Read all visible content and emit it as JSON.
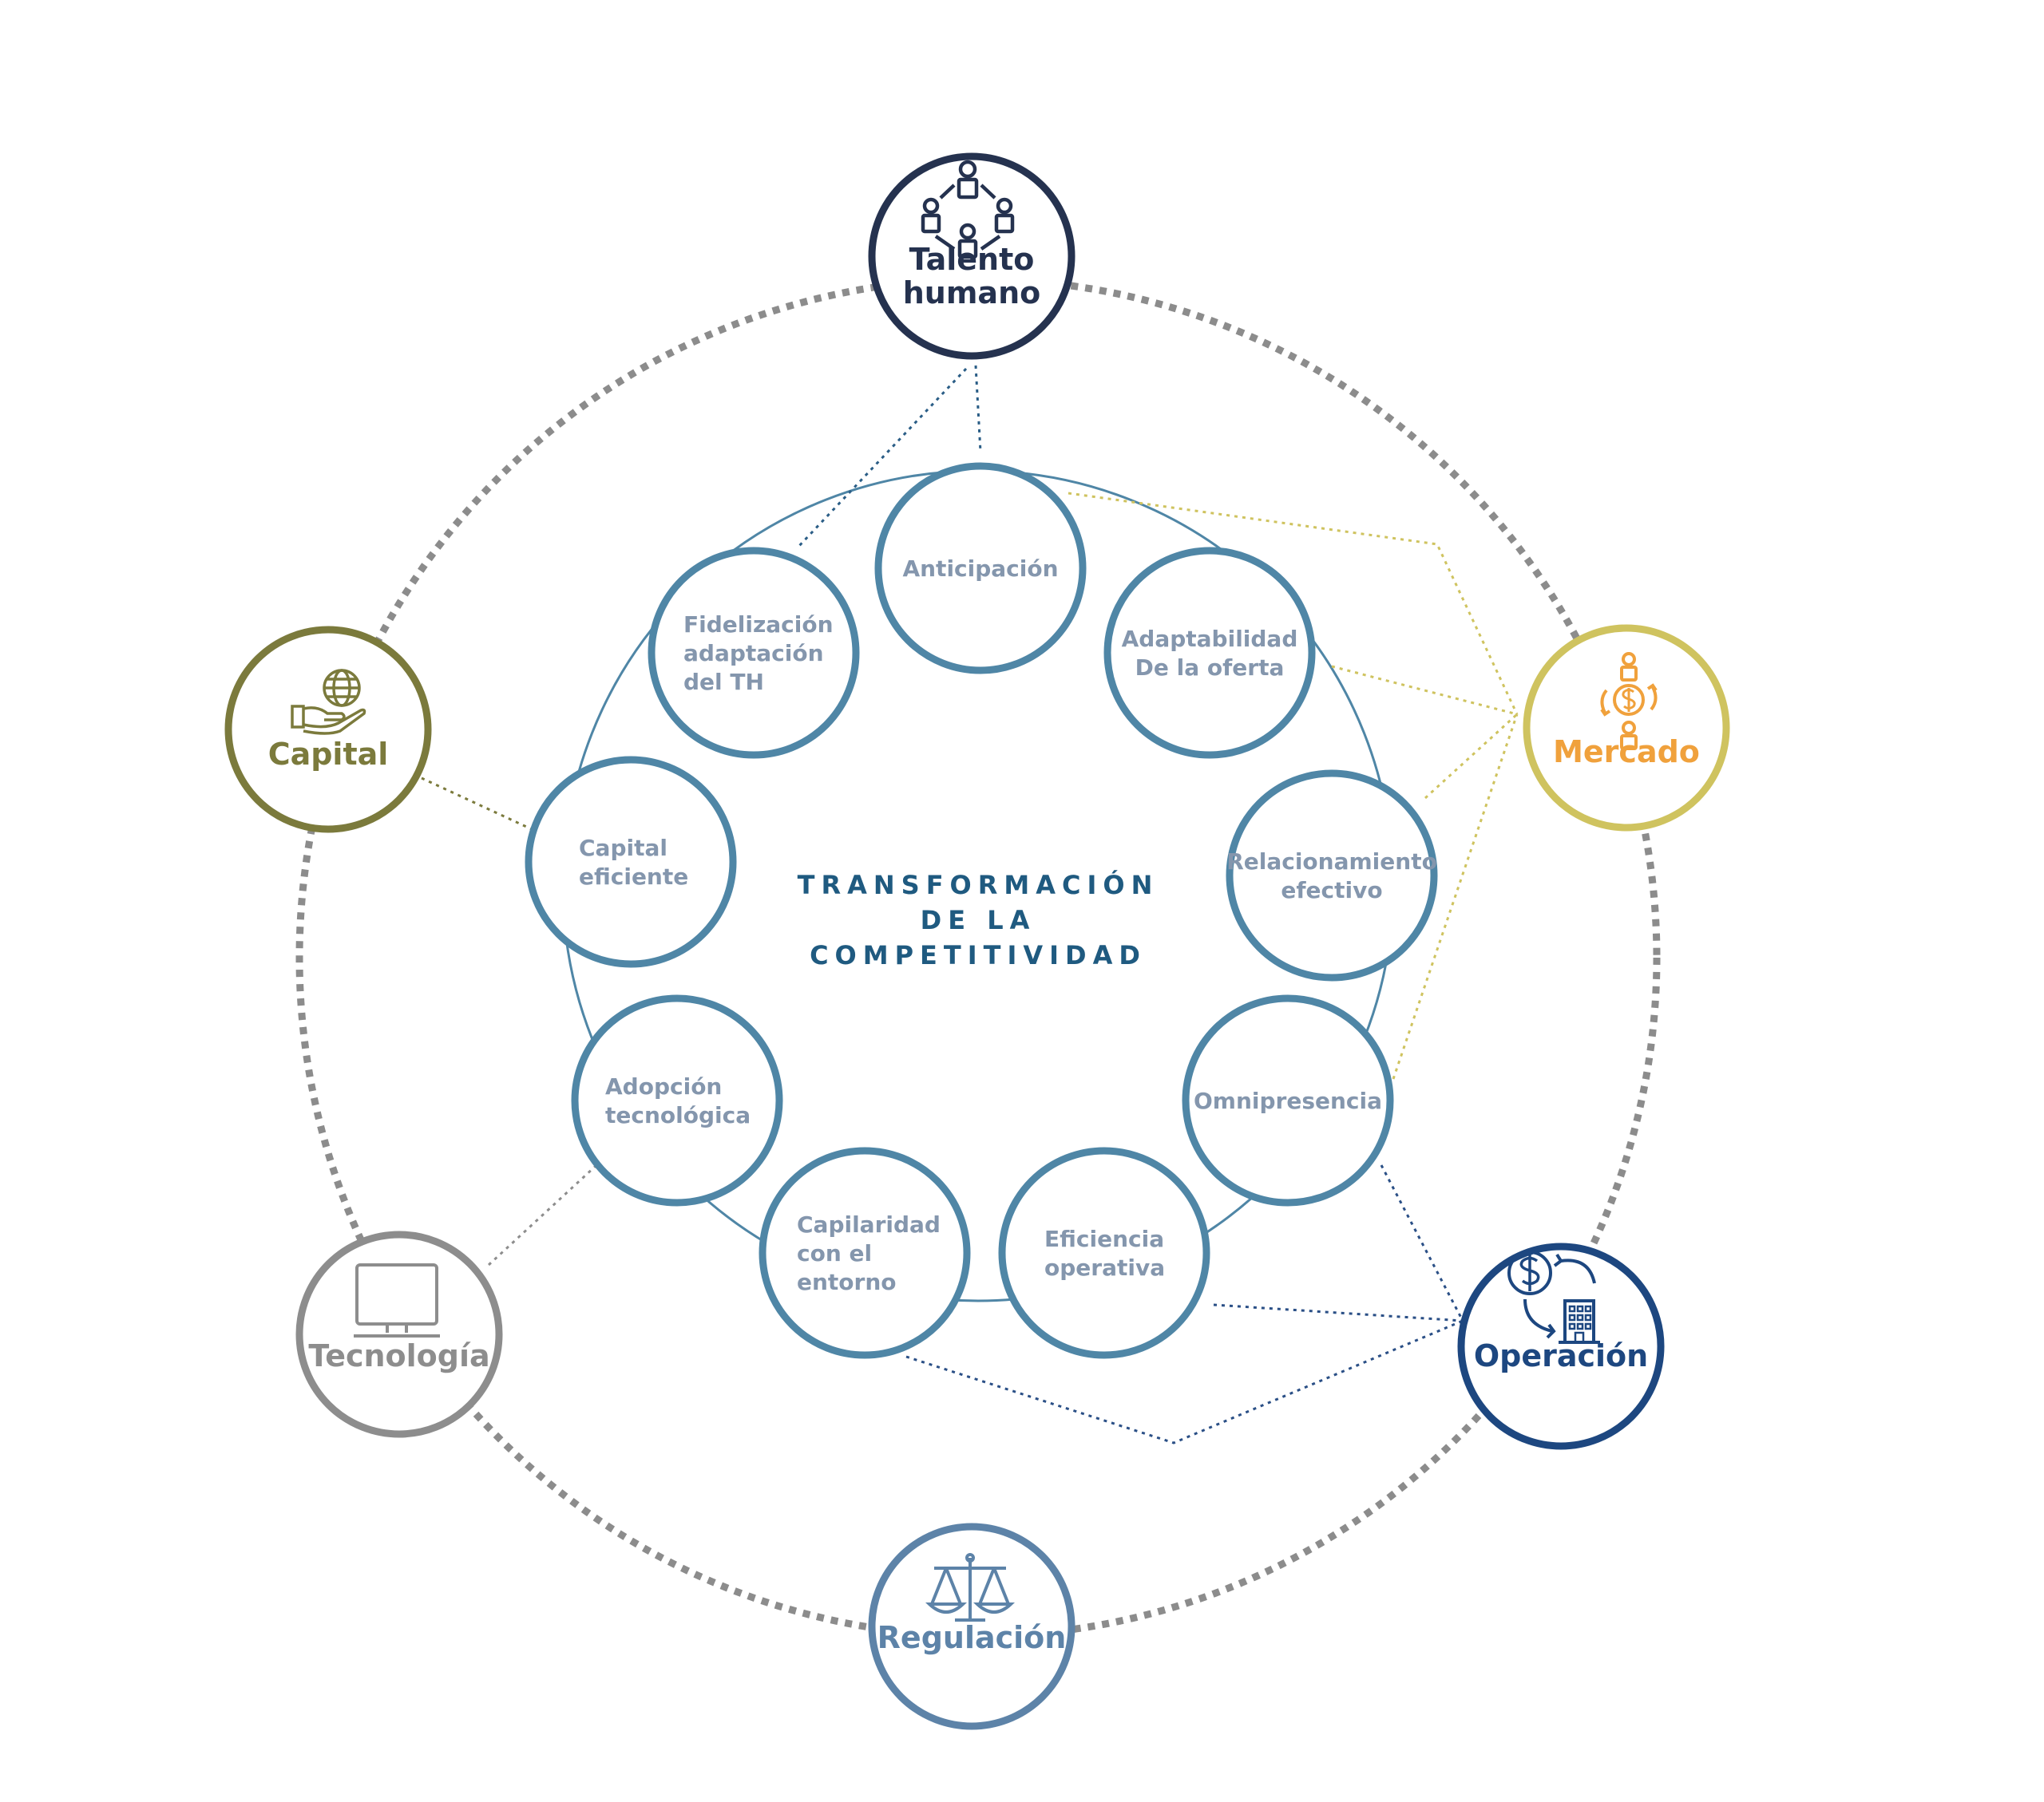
{
  "diagram": {
    "center_title_lines": [
      "TRANSFORMACIÓN",
      "DE LA",
      "COMPETITIVIDAD"
    ],
    "outer_nodes": [
      {
        "id": "talento",
        "lines": [
          "Talento",
          "humano"
        ],
        "color": "#25324f",
        "icon": "people-network-icon"
      },
      {
        "id": "mercado",
        "lines": [
          "Mercado"
        ],
        "color": "#f0a13c",
        "ring_color": "#cfc35f",
        "icon": "market-exchange-icon"
      },
      {
        "id": "operacion",
        "lines": [
          "Operación"
        ],
        "color": "#1d4780",
        "icon": "money-building-icon"
      },
      {
        "id": "regulacion",
        "lines": [
          "Regulación"
        ],
        "color": "#5d83a8",
        "icon": "scales-icon"
      },
      {
        "id": "tecnologia",
        "lines": [
          "Tecnología"
        ],
        "color": "#8d8d8d",
        "icon": "monitor-icon"
      },
      {
        "id": "capital",
        "lines": [
          "Capital"
        ],
        "color": "#7b7a3c",
        "icon": "hand-globe-icon"
      }
    ],
    "inner_nodes": [
      {
        "id": "anticipacion",
        "lines": [
          "Anticipación"
        ]
      },
      {
        "id": "adaptabilidad",
        "lines": [
          "Adaptabilidad",
          "De la oferta"
        ]
      },
      {
        "id": "relacionamiento",
        "lines": [
          "Relacionamiento",
          "efectivo"
        ]
      },
      {
        "id": "omnipresencia",
        "lines": [
          "Omnipresencia"
        ]
      },
      {
        "id": "eficiencia",
        "lines": [
          "Eficiencia",
          "operativa"
        ]
      },
      {
        "id": "capilaridad",
        "lines": [
          "Capilaridad",
          "con el",
          "entorno"
        ]
      },
      {
        "id": "adopcion",
        "lines": [
          "Adopción",
          "tecnológica"
        ]
      },
      {
        "id": "capital-eficiente",
        "lines": [
          "Capital",
          "eficiente"
        ]
      },
      {
        "id": "fidelizacion",
        "lines": [
          "Fidelización",
          "adaptación",
          "del TH"
        ]
      }
    ],
    "colors": {
      "inner_ring": "#4f86a6",
      "outer_dotted_ring": "#8c8c8c",
      "talento_links": "#2a5d86",
      "mercado_links": "#cfc35f",
      "operacion_links": "#2a4f86",
      "capital_links": "#7b7a3c",
      "tecnologia_links": "#8d8d8d"
    }
  }
}
